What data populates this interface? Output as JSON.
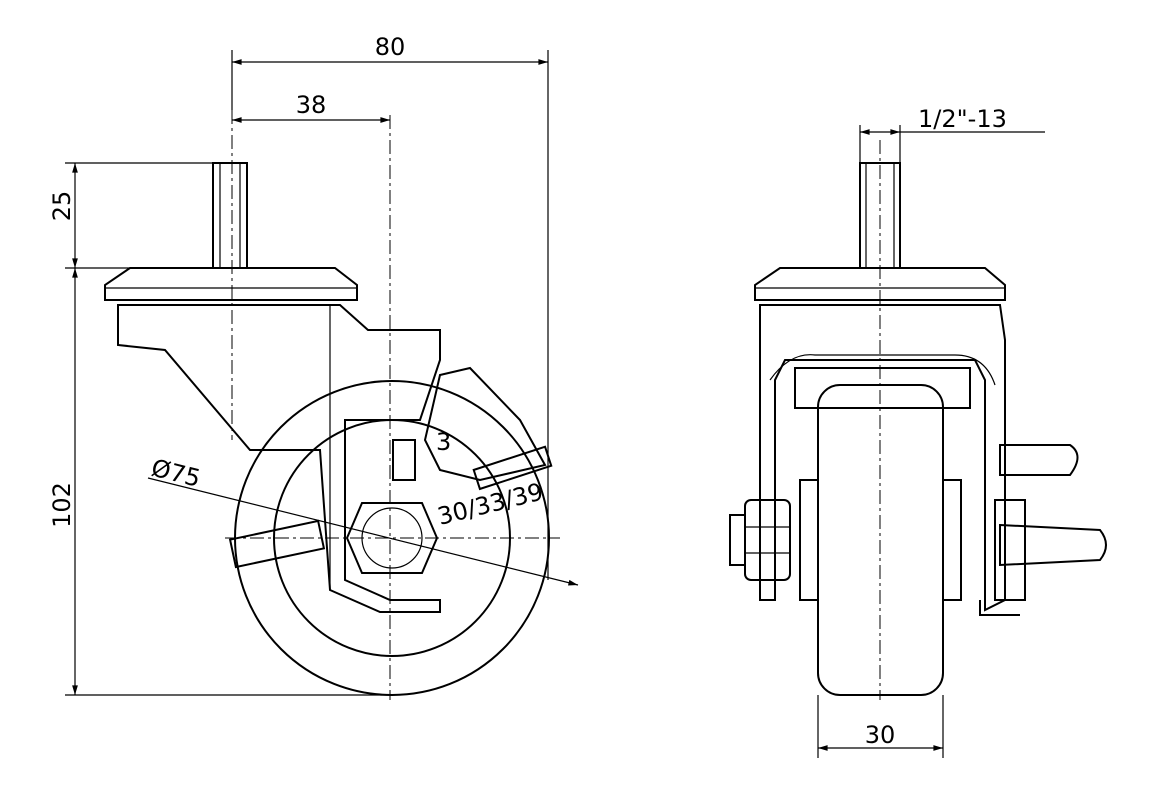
{
  "title": "Caster wheel technical drawing",
  "side_view": {
    "dim_overall_offset": "80",
    "dim_stem_offset": "38",
    "dim_stem_length": "25",
    "dim_height": "102",
    "dim_wheel_diameter": "Ø75",
    "dim_hub_options": "30/33/39",
    "brake_label": "3"
  },
  "front_view": {
    "dim_thread": "1/2\"-13",
    "dim_wheel_width": "30"
  },
  "line_color": "#000000"
}
